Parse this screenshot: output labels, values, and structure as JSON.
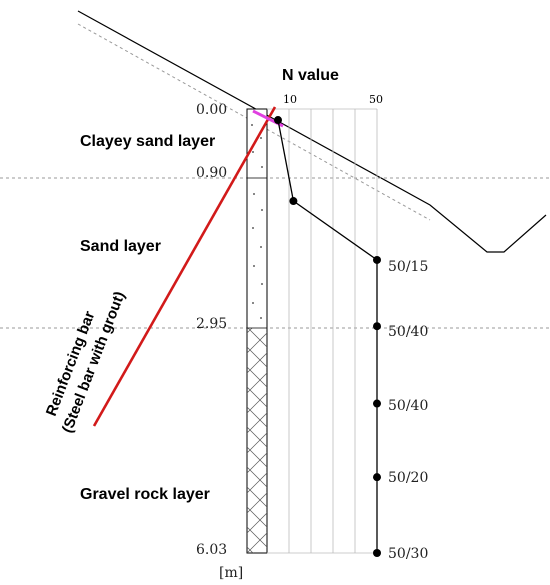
{
  "chart": {
    "title": "N value",
    "unit": "[m]",
    "axis_ticks": [
      "10",
      "50"
    ],
    "depth_labels": [
      "0.00",
      "0.90",
      "2.95",
      "6.03"
    ],
    "layers": [
      "Clayey sand layer",
      "Sand layer",
      "Gravel rock layer"
    ],
    "bar_label_line1": "Reinforcing bar",
    "bar_label_line2": "(Steel bar with grout)",
    "spt_labels": [
      "50/15",
      "50/40",
      "50/40",
      "50/20",
      "50/30"
    ]
  },
  "colors": {
    "reinforcing_bar": "#d21a1a",
    "bar_head": "#e040e0",
    "ground": "#000000",
    "guide": "#9a9a9a"
  },
  "chart_data": {
    "type": "line",
    "series": [
      {
        "values": [
          {
            "depth_m": 0.15,
            "n": 5
          },
          {
            "depth_m": 1.25,
            "n": 12
          },
          {
            "depth_m": 2.05,
            "n": 50
          },
          {
            "depth_m": 2.95,
            "n": 50
          },
          {
            "depth_m": 4.0,
            "n": 50
          },
          {
            "depth_m": 5.0,
            "n": 50
          },
          {
            "depth_m": 6.03,
            "n": 50
          }
        ]
      }
    ],
    "xlim": [
      0,
      50
    ],
    "ylim": [
      0,
      6.03
    ]
  }
}
